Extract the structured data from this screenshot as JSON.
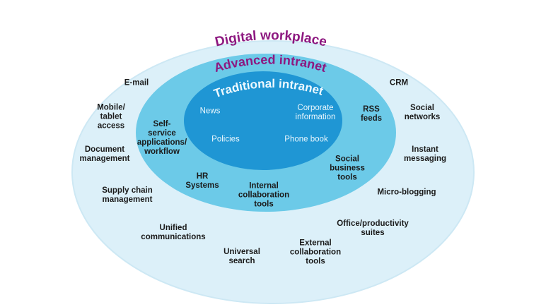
{
  "titles": {
    "outer": "Digital workplace",
    "middle": "Advanced intranet",
    "inner": "Traditional intranet"
  },
  "colors": {
    "outer_ring": "#dcf0f9",
    "outer_ring_stroke": "#cde8f4",
    "middle_ring": "#6ccae8",
    "inner_ring": "#1f96d4",
    "title_accent": "#8d1880"
  },
  "inner_items": [
    "News",
    "Corporate\ninformation",
    "Policies",
    "Phone book"
  ],
  "middle_items": [
    "Self-\nservice\napplications/\nworkflow",
    "RSS\nfeeds",
    "Social\nbusiness\ntools",
    "HR\nSystems",
    "Internal\ncollaboration\ntools"
  ],
  "outer_items": [
    "E-mail",
    "CRM",
    "Mobile/\ntablet\naccess",
    "Social\nnetworks",
    "Document\nmanagement",
    "Instant\nmessaging",
    "Supply chain\nmanagement",
    "Micro-blogging",
    "Office/productivity\nsuites",
    "Unified\ncommunications",
    "Universal\nsearch",
    "External\ncollaboration\ntools"
  ]
}
